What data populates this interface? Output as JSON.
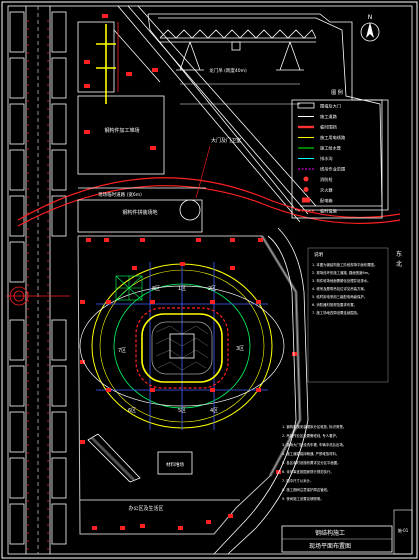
{
  "title_block": {
    "line1": "钢结构施工",
    "line2": "现场平面布置图",
    "sheet_code": "施-01"
  },
  "legend": {
    "header": "图   例",
    "rows": [
      {
        "symbol": "box",
        "color": "#ffffff",
        "text": "围墙及大门"
      },
      {
        "symbol": "line",
        "color": "#ffffff",
        "text": "施工道路"
      },
      {
        "symbol": "thick-line",
        "color": "#ff3030",
        "text": "临时围挡"
      },
      {
        "symbol": "line",
        "color": "#ffff00",
        "text": "施工用电线路"
      },
      {
        "symbol": "line",
        "color": "#00ff00",
        "text": "施工给水管"
      },
      {
        "symbol": "line",
        "color": "#00ffff",
        "text": "排水沟"
      },
      {
        "symbol": "dash",
        "color": "#ff00ff",
        "text": "塔吊作业范围"
      },
      {
        "symbol": "dot",
        "color": "#ff3030",
        "text": "消防栓"
      },
      {
        "symbol": "dot",
        "color": "#ff3030",
        "text": "灭火器"
      },
      {
        "symbol": "box-red",
        "color": "#ff3030",
        "text": "配电箱"
      },
      {
        "symbol": "dash",
        "color": "#ff3030",
        "text": "临时设施"
      }
    ]
  },
  "zones": [
    {
      "id": "zone-1",
      "text": "1区"
    },
    {
      "id": "zone-2",
      "text": "2区"
    },
    {
      "id": "zone-3",
      "text": "3区"
    },
    {
      "id": "zone-4",
      "text": "4区"
    },
    {
      "id": "zone-5",
      "text": "5区"
    },
    {
      "id": "zone-6",
      "text": "6区"
    },
    {
      "id": "zone-7",
      "text": "7区"
    },
    {
      "id": "zone-8",
      "text": "8区"
    }
  ],
  "site_labels": {
    "north_office": "钢构件加工堆场",
    "mid_yard": "钢构件拼装场地",
    "gate_label": "大门及门卫室",
    "road_label": "现场临时道路 (宽6m)",
    "crane_label": "龙门吊 (跨度40m)",
    "south_yard": "办公区及生活区",
    "storage": "材料堆场",
    "east_road": "施工道路"
  },
  "notes": {
    "header": "说明",
    "lines": [
      "1. 本图为钢结构施工阶段现场平面布置图。",
      "2. 现场设环形施工道路, 路面宽度6m。",
      "3. 构件堆场地面需硬化处理并设排水。",
      "4. 塔吊及履带吊站位详见吊装方案。",
      "5. 临时用电采用三级配电两级保护。",
      "6. 消防器材按规范要求布置。",
      "7. 施工场地四周设置连续围挡。"
    ],
    "lower_lines": [
      "1. 钢构件按安装顺序分区堆放, 标识清楚。",
      "2. 吊装作业区设置警戒线, 专人看护。",
      "3. 现场大门处设洗车槽, 车辆冲洗后出场。",
      "4. 施工道路保持畅通, 严禁堆放材料。",
      "5. 各区临时设施布置详见分区平面图。",
      "6. 未尽事宜按国家现行规范执行。",
      "7. 图中尺寸以米计。",
      "8. 施工期间注意保护周边管线。",
      "9. 夜间施工设置足够照明。"
    ]
  },
  "compass": {
    "north": "N"
  },
  "axis_marks": {
    "east1": "东",
    "east2": "北"
  },
  "colors": {
    "background": "#000000",
    "road": "#ffffff",
    "boundary": "#ff2020",
    "rail": "#ff2020",
    "stadium_outer": "#ffff00",
    "grid": "#4060ff",
    "field": "#00c0c0",
    "fence": "#c0c0c0",
    "crane": "#ffffff"
  }
}
